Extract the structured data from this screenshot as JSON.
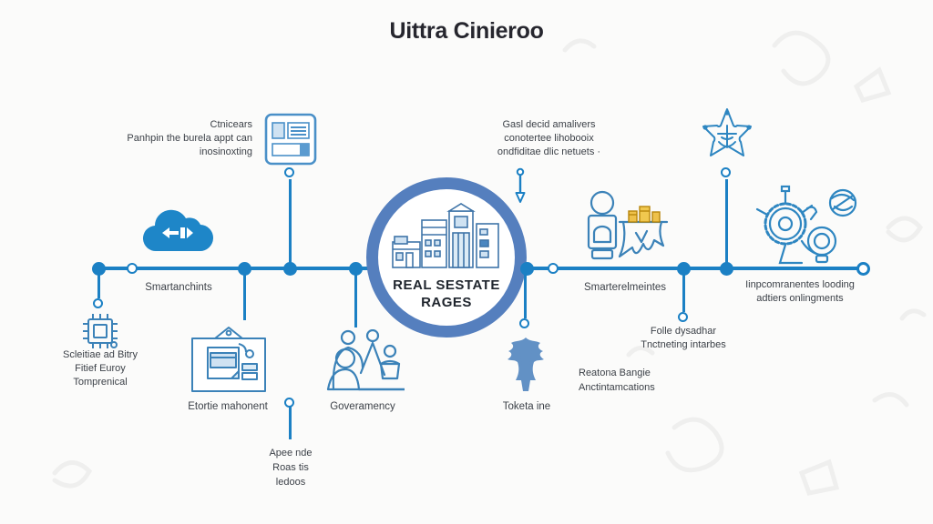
{
  "title": "Uittra Cinieroo",
  "center_badge": {
    "line1": "REAL SESTATE",
    "line2": "RAGES"
  },
  "notes": {
    "form_note": {
      "lines": [
        "Ctnicears",
        "Panhpin the burela appt can",
        "inosinoxting"
      ]
    },
    "detail_note": {
      "lines": [
        "Gasl decid amalivers",
        "conotertee lihobooix",
        "ondfiditae dlic netuets ·"
      ]
    },
    "chip_note": {
      "lines": [
        "Scleitiae ad Bitry",
        "Fitief Euroy",
        "Tomprenical"
      ]
    },
    "drop_note": {
      "lines": [
        "Apee nde",
        "Roas tis",
        "ledoos"
      ]
    },
    "planning_note": {
      "lines": [
        "Reatona Bangie",
        "Anctintamcations"
      ]
    },
    "fall_note": {
      "lines": [
        "Folle dysadhar",
        "Tnctneting intarbes"
      ]
    },
    "gear_note": {
      "lines": [
        "Iinpcomranentes looding",
        "adtiers onlingments"
      ]
    }
  },
  "labels": {
    "cloud": "Smartanchints",
    "house": "Etortie mahonent",
    "people": "Goveramency",
    "trophy": "Toketa ine",
    "person_table": "Smarterelmeintes"
  },
  "icons": {
    "form": "form-window-icon",
    "cloud": "cloud-icon",
    "chip": "chip-gear-icon",
    "house": "house-document-icon",
    "people": "people-group-icon",
    "trophy": "trophy-icon",
    "person_table": "person-table-icon",
    "star": "star-badge-icon",
    "gear_bulb": "gear-bulb-icon"
  },
  "colors": {
    "timeline": "#1b80c4",
    "ring": "#557FBE",
    "icon_stroke": "#3b82b8",
    "cloud_fill": "#1e86c8",
    "trophy_fill": "#6291c5",
    "gold": "#eec14a",
    "title_text": "#26262e",
    "body_text": "#3c4148"
  }
}
